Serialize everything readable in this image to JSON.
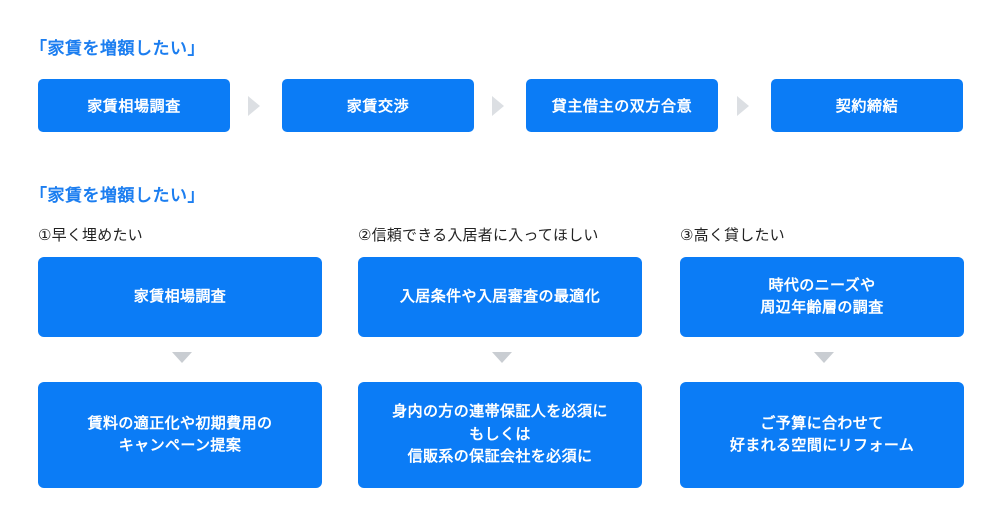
{
  "page": {
    "background_color": "#ffffff",
    "accent_color": "#0b7cf6",
    "heading_color": "#1c7ef0",
    "arrow_color": "#dcdfe3",
    "down_arrow_color": "#c9cdd2"
  },
  "sections": {
    "flow": {
      "heading": "「家賃を増額したい」",
      "steps": [
        {
          "label": "家賃相場調査"
        },
        {
          "label": "家賃交渉"
        },
        {
          "label": "貸主借主の双方合意"
        },
        {
          "label": "契約締結"
        }
      ],
      "separator_icon": "triangle-right-icon"
    },
    "goals": {
      "heading": "「家賃を増額したい」",
      "connector_icon": "triangle-down-icon",
      "columns": [
        {
          "label": "①早く埋めたい",
          "top_box": {
            "lines": [
              "家賃相場調査"
            ]
          },
          "bottom_box": {
            "lines": [
              "賃料の適正化や初期費用の",
              "キャンペーン提案"
            ]
          }
        },
        {
          "label": "②信頼できる入居者に入ってほしい",
          "top_box": {
            "lines": [
              "入居条件や入居審査の最適化"
            ]
          },
          "bottom_box": {
            "lines": [
              "身内の方の連帯保証人を必須に",
              "もしくは",
              "信販系の保証会社を必須に"
            ]
          }
        },
        {
          "label": "③高く貸したい",
          "top_box": {
            "lines": [
              "時代のニーズや",
              "周辺年齢層の調査"
            ]
          },
          "bottom_box": {
            "lines": [
              "ご予算に合わせて",
              "好まれる空間にリフォーム"
            ]
          }
        }
      ]
    }
  }
}
